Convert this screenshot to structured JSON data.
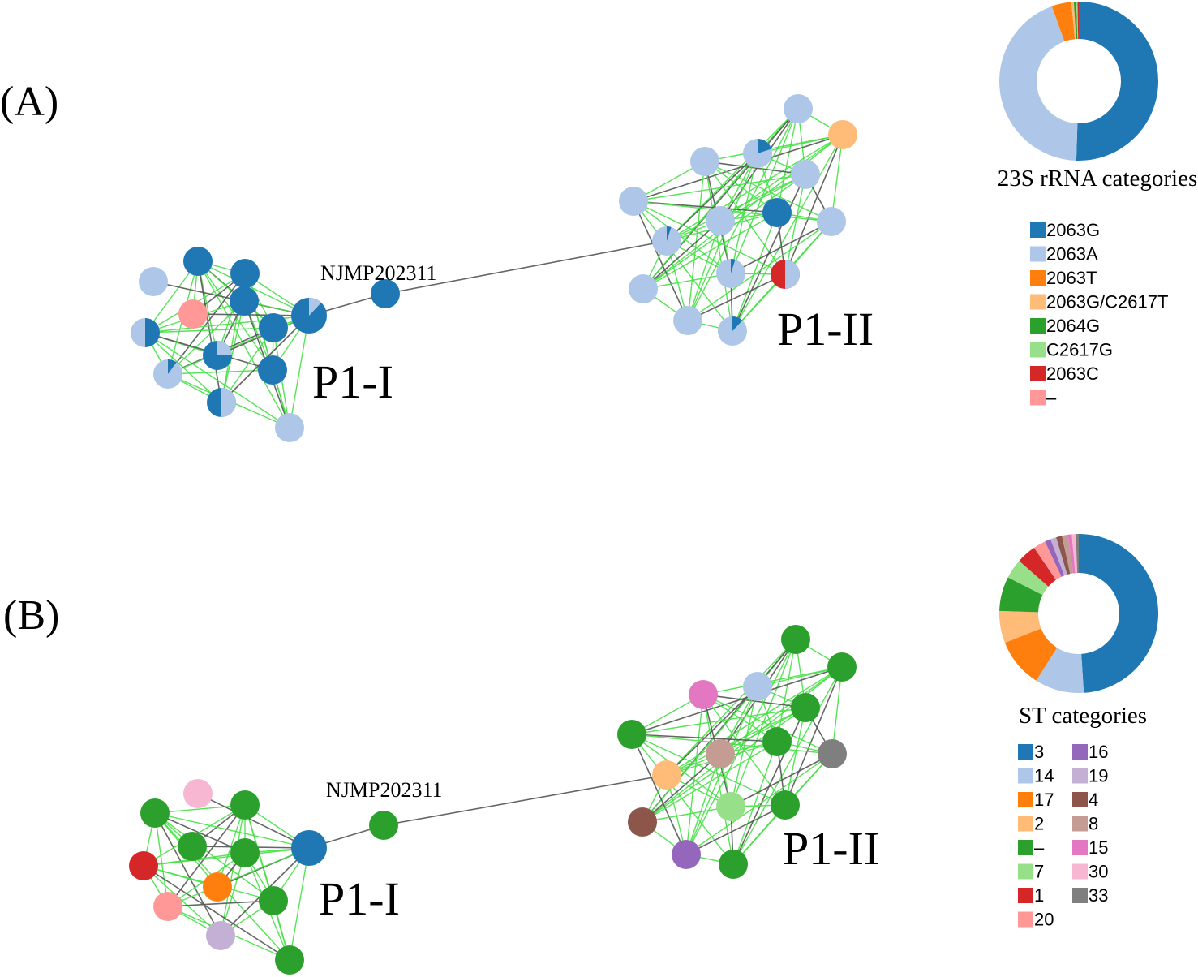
{
  "panels": [
    {
      "id": "A",
      "label": "(A)",
      "node_annotation": "NJMP202311",
      "cluster_labels": {
        "left": "P1-I",
        "right": "P1-II"
      },
      "legend_title": "23S rRNA categories",
      "legend": [
        {
          "label": "2063G",
          "color": "#1f77b4"
        },
        {
          "label": "2063A",
          "color": "#aec7e8"
        },
        {
          "label": "2063T",
          "color": "#ff7f0e"
        },
        {
          "label": "2063G/C2617T",
          "color": "#ffbb78"
        },
        {
          "label": "2064G",
          "color": "#2ca02c"
        },
        {
          "label": "C2617G",
          "color": "#98df8a"
        },
        {
          "label": "2063C",
          "color": "#d62728"
        },
        {
          "label": "–",
          "color": "#ff9896"
        }
      ],
      "donut": [
        {
          "category": "2063G",
          "fraction": 0.505
        },
        {
          "category": "2063A",
          "fraction": 0.44
        },
        {
          "category": "2063T",
          "fraction": 0.04
        },
        {
          "category": "2063G/C2617T",
          "fraction": 0.005
        },
        {
          "category": "2064G",
          "fraction": 0.005
        },
        {
          "category": "C2617G",
          "fraction": 0.0025
        },
        {
          "category": "2063C",
          "fraction": 0.0025
        }
      ]
    },
    {
      "id": "B",
      "label": "(B)",
      "node_annotation": "NJMP202311",
      "cluster_labels": {
        "left": "P1-I",
        "right": "P1-II"
      },
      "legend_title": "ST categories",
      "legend": [
        {
          "label": "3",
          "color": "#1f77b4"
        },
        {
          "label": "14",
          "color": "#aec7e8"
        },
        {
          "label": "17",
          "color": "#ff7f0e"
        },
        {
          "label": "2",
          "color": "#ffbb78"
        },
        {
          "label": "–",
          "color": "#2ca02c"
        },
        {
          "label": "7",
          "color": "#98df8a"
        },
        {
          "label": "1",
          "color": "#d62728"
        },
        {
          "label": "20",
          "color": "#ff9896"
        },
        {
          "label": "16",
          "color": "#9467bd"
        },
        {
          "label": "19",
          "color": "#c5b0d5"
        },
        {
          "label": "4",
          "color": "#8c564b"
        },
        {
          "label": "8",
          "color": "#c49c94"
        },
        {
          "label": "15",
          "color": "#e377c2"
        },
        {
          "label": "30",
          "color": "#f7b6d2"
        },
        {
          "label": "33",
          "color": "#7f7f7f"
        }
      ],
      "donut": [
        {
          "category": "3",
          "fraction": 0.49
        },
        {
          "category": "14",
          "fraction": 0.1
        },
        {
          "category": "17",
          "fraction": 0.1
        },
        {
          "category": "2",
          "fraction": 0.065
        },
        {
          "category": "–",
          "fraction": 0.07
        },
        {
          "category": "7",
          "fraction": 0.04
        },
        {
          "category": "1",
          "fraction": 0.04
        },
        {
          "category": "20",
          "fraction": 0.025
        },
        {
          "category": "16",
          "fraction": 0.012
        },
        {
          "category": "19",
          "fraction": 0.012
        },
        {
          "category": "4",
          "fraction": 0.012
        },
        {
          "category": "8",
          "fraction": 0.012
        },
        {
          "category": "15",
          "fraction": 0.008
        },
        {
          "category": "30",
          "fraction": 0.008
        },
        {
          "category": "33",
          "fraction": 0.006
        }
      ]
    }
  ]
}
